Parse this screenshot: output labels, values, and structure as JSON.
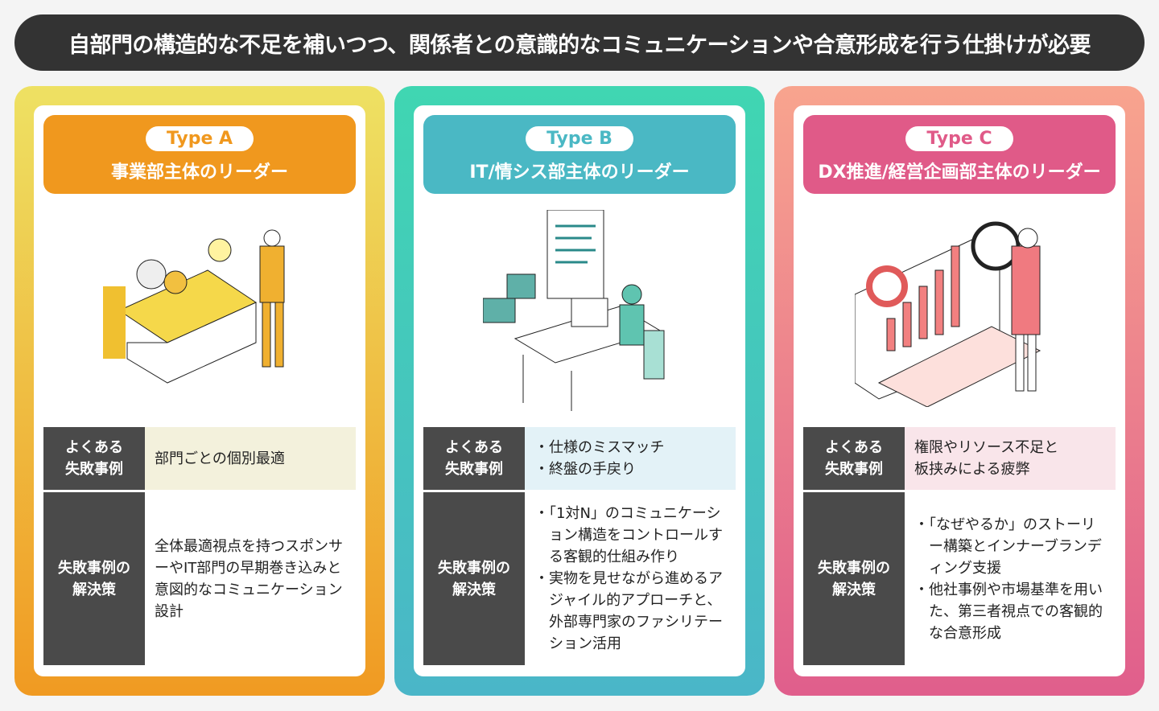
{
  "title": "自部門の構造的な不足を補いつつ、関係者との意識的なコミュニケーションや合意形成を行う仕掛けが必要",
  "labels": {
    "failure": "よくある\n失敗事例",
    "solution": "失敗事例の\n解決策"
  },
  "cards": [
    {
      "type": "Type A",
      "subtitle": "事業部主体のリーダー",
      "color": "#f0981e",
      "tint": "#f3f1dc",
      "illustration": "factory-worker-illustration",
      "failures": [
        "部門ごとの個別最適"
      ],
      "failure_bullets": false,
      "solutions": [
        "全体最適視点を持つスポンサーやIT部門の早期巻き込みと意図的なコミュニケーション設計"
      ],
      "solution_bullets": false
    },
    {
      "type": "Type B",
      "subtitle": "IT/情シス部主体のリーダー",
      "color": "#4ab8c4",
      "tint": "#e3f2f7",
      "illustration": "it-engineer-illustration",
      "failures": [
        "仕様のミスマッチ",
        "終盤の手戻り"
      ],
      "failure_bullets": true,
      "solutions": [
        "「1対N」のコミュニケーション構造をコントロールする客観的仕組み作り",
        "実物を見せながら進めるアジャイル的アプローチと、外部専門家のファシリテーション活用"
      ],
      "solution_bullets": true
    },
    {
      "type": "Type C",
      "subtitle": "DX推進/経営企画部主体のリーダー",
      "color": "#e05a88",
      "tint": "#f9e5ea",
      "illustration": "analyst-illustration",
      "failures": [
        "権限やリソース不足と",
        "板挟みによる疲弊"
      ],
      "failure_bullets": false,
      "solutions": [
        "「なぜやるか」のストーリー構築とインナーブランディング支援",
        "他社事例や市場基準を用いた、第三者視点での客観的な合意形成"
      ],
      "solution_bullets": true
    }
  ]
}
